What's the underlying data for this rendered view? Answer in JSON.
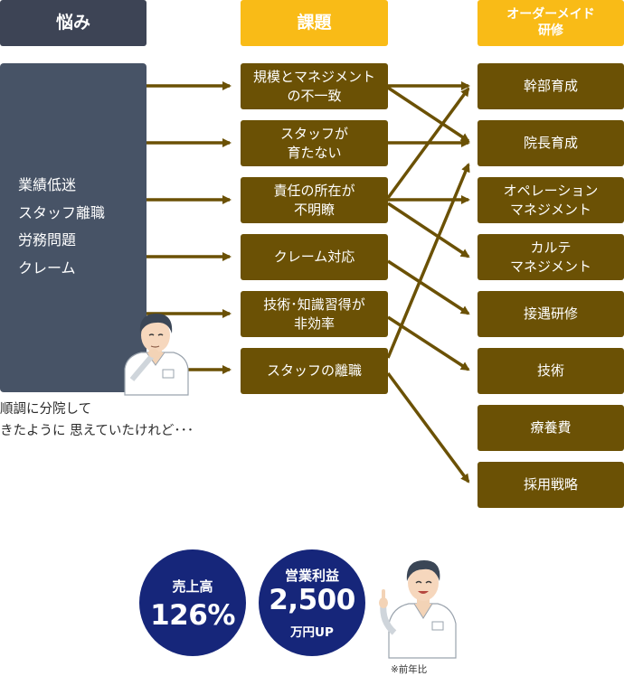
{
  "headers": {
    "worries": "悩み",
    "issues": "課題",
    "training": "オーダーメイド\n研修"
  },
  "worries": [
    "業績低迷",
    "スタッフ離職",
    "労務問題",
    "クレーム"
  ],
  "issues": [
    "規模とマネジメント\nの不一致",
    "スタッフが\n育たない",
    "責任の所在が\n不明瞭",
    "クレーム対応",
    "技術･知識習得が\n非効率",
    "スタッフの離職"
  ],
  "trainings": [
    "幹部育成",
    "院長育成",
    "オペレーション\nマネジメント",
    "カルテ\nマネジメント",
    "接遇研修",
    "技術",
    "療養費",
    "採用戦略"
  ],
  "caption": "順調に分院して\nきたように 思えていたけれど･･･",
  "results": [
    {
      "label": "売上高",
      "value": "126%",
      "unit": ""
    },
    {
      "label": "営業利益",
      "value": "2,500",
      "unit": "万円UP"
    }
  ],
  "note": "※前年比",
  "colors": {
    "dark_header": "#3d4455",
    "worry_panel": "#475366",
    "gold_header": "#f9bb17",
    "box": "#6b5105",
    "arrow": "#6b5105",
    "badge": "#16267a"
  }
}
